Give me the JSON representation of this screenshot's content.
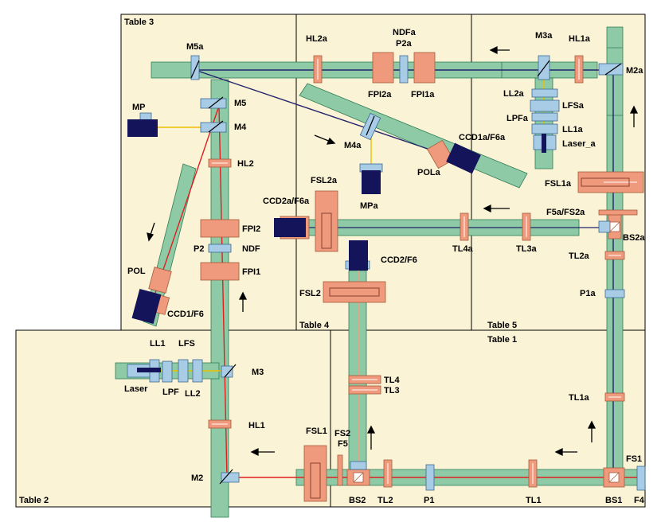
{
  "colors": {
    "table_bg": "#fbf3d5",
    "rail": "#8ecaa6",
    "rail_stroke": "#2e7d55",
    "salmon": "#ef9a7c",
    "salmon_stroke": "#a55a3c",
    "blue_part": "#a8cbe6",
    "blue_stroke": "#3b6a93",
    "camera": "#14145a",
    "beam_red": "#e02020",
    "beam_navy": "#23236e",
    "beam_yellow": "#f0c000",
    "beam_pink": "#f0a080"
  },
  "tables": {
    "t1": "Table 1",
    "t2": "Table 2",
    "t3": "Table 3",
    "t4": "Table 4",
    "t5": "Table 5"
  },
  "labels": {
    "M5a": "M5a",
    "HL2a": "HL2a",
    "NDFa": "NDFa",
    "P2a": "P2a",
    "M3a": "M3a",
    "HL1a": "HL1a",
    "M2a": "M2a",
    "MP": "MP",
    "M5": "M5",
    "M4": "M4",
    "FPI2a": "FPI2a",
    "FPI1a": "FPI1a",
    "LL2a": "LL2a",
    "LFSa": "LFSa",
    "LPFa": "LPFa",
    "LL1a": "LL1a",
    "Laser_a": "Laser_a",
    "M4a": "M4a",
    "CCD1aF6a": "CCD1a/F6a",
    "POLa": "POLa",
    "MPa": "MPa",
    "HL2": "HL2",
    "FSL2a": "FSL2a",
    "FSL1a": "FSL1a",
    "CCD2aF6a": "CCD2a/F6a",
    "F5aFS2a": "F5a/FS2a",
    "BS2a": "BS2a",
    "FPI2": "FPI2",
    "P2": "P2",
    "NDF": "NDF",
    "FPI1": "FPI1",
    "TL4a": "TL4a",
    "TL3a": "TL3a",
    "TL2a": "TL2a",
    "CCD2F6": "CCD2/F6",
    "POL": "POL",
    "FSL2": "FSL2",
    "P1a": "P1a",
    "CCD1F6": "CCD1/F6",
    "LL1": "LL1",
    "LFS": "LFS",
    "M3": "M3",
    "TL4": "TL4",
    "TL3": "TL3",
    "Laser": "Laser",
    "LPF": "LPF",
    "LL2": "LL2",
    "TL1a": "TL1a",
    "HL1": "HL1",
    "FSL1": "FSL1",
    "FS2": "FS2",
    "F5": "F5",
    "FS1": "FS1",
    "M2": "M2",
    "BS2": "BS2",
    "TL2": "TL2",
    "P1": "P1",
    "TL1": "TL1",
    "BS1": "BS1",
    "F4": "F4"
  }
}
